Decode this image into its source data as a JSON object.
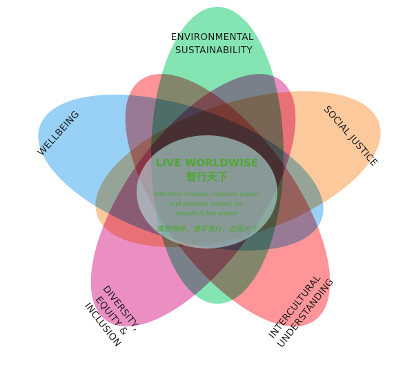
{
  "diagram": {
    "petals": [
      {
        "id": "environmental",
        "label_lines": [
          "ENVIRONMENTAL",
          "SUSTAINABILITY"
        ],
        "color": "#6ee0a6"
      },
      {
        "id": "social",
        "label_lines": [
          "SOCIAL JUSTICE"
        ],
        "color": "#fcc08c"
      },
      {
        "id": "intercultural",
        "label_lines": [
          "INTERCULTURAL",
          "UNDERSTANDING"
        ],
        "color": "#ff8287"
      },
      {
        "id": "diversity",
        "label_lines": [
          "DIVERSITY,",
          "EQUITY &",
          "INCLUSION"
        ],
        "color": "#e87bb8"
      },
      {
        "id": "wellbeing",
        "label_lines": [
          "WELLBEING"
        ],
        "color": "#86c8f4"
      }
    ],
    "center": {
      "title": "LIVE WORLDWISE",
      "title_cn": "智行天下",
      "subtitle_lines": [
        "Informed choices, inspired action",
        "and positive impact for",
        "people & the planet"
      ],
      "motto_cn": "慎思明辨，博学笃行，志阅天下"
    },
    "center_color": "#bdf0ec"
  }
}
